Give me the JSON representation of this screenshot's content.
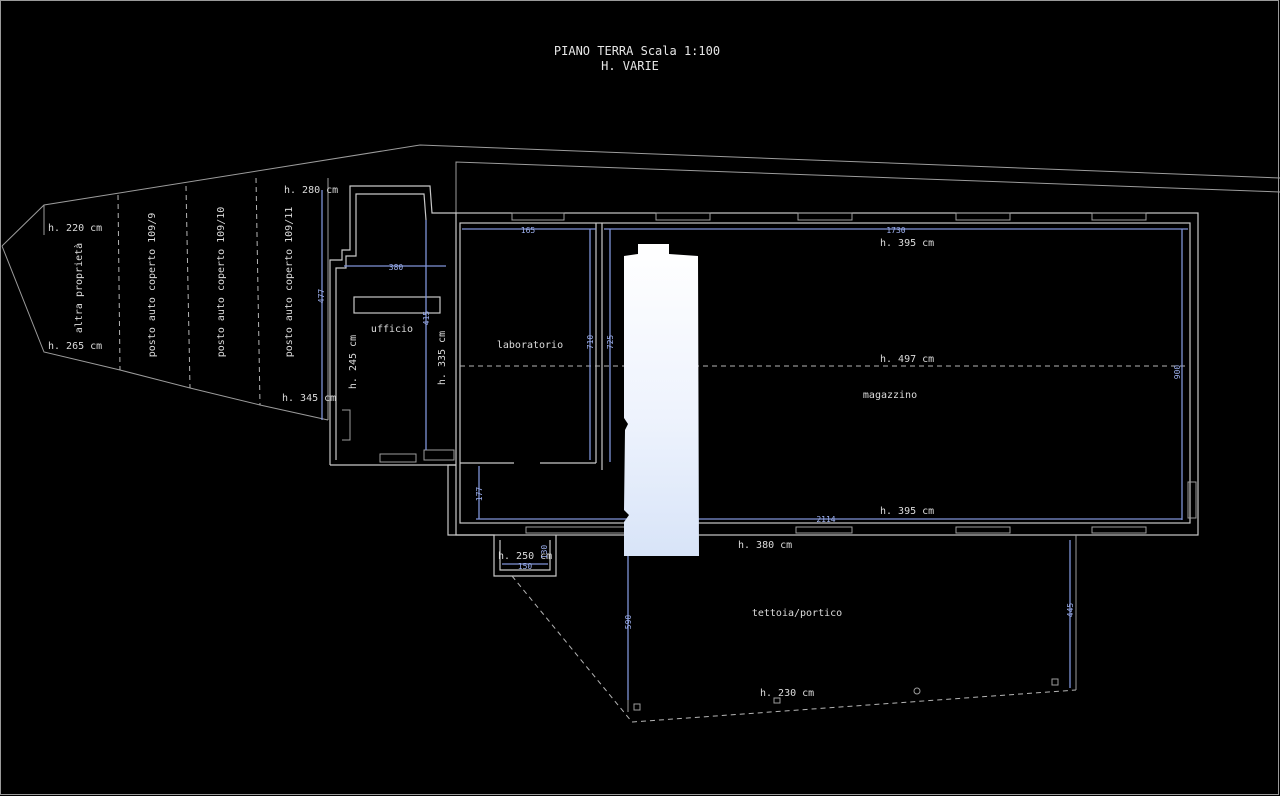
{
  "title": {
    "line1": "PIANO TERRA Scala 1:100",
    "line2": "H. VARIE"
  },
  "rooms": {
    "altra_proprieta": "altra proprietà",
    "posto_auto_9": "posto auto coperto 109/9",
    "posto_auto_10": "posto auto coperto 109/10",
    "posto_auto_11": "posto auto coperto 109/11",
    "ufficio": "ufficio",
    "laboratorio": "laboratorio",
    "magazzino": "magazzino",
    "tettoia": "tettoia/portico"
  },
  "heights": {
    "h220_top": "h. 220 cm",
    "h265": "h. 265 cm",
    "h280": "h. 280 cm",
    "h345_left": "h. 345 cm",
    "h245": "h. 245 cm",
    "h335": "h. 335 cm",
    "h395_top": "h. 395 cm",
    "h497": "h. 497 cm",
    "h395_bottom": "h. 395 cm",
    "h380": "h. 380 cm",
    "h250": "h. 250 cm",
    "h230": "h. 230 cm"
  },
  "dimensions": {
    "d477": "477",
    "d380": "380",
    "d165": "165",
    "d415": "415",
    "d1730": "1730",
    "d710": "710",
    "d725": "725",
    "d900": "900",
    "d177": "177",
    "d2114": "2114",
    "d150": "150",
    "d130": "130",
    "d590": "590",
    "d445": "445"
  }
}
